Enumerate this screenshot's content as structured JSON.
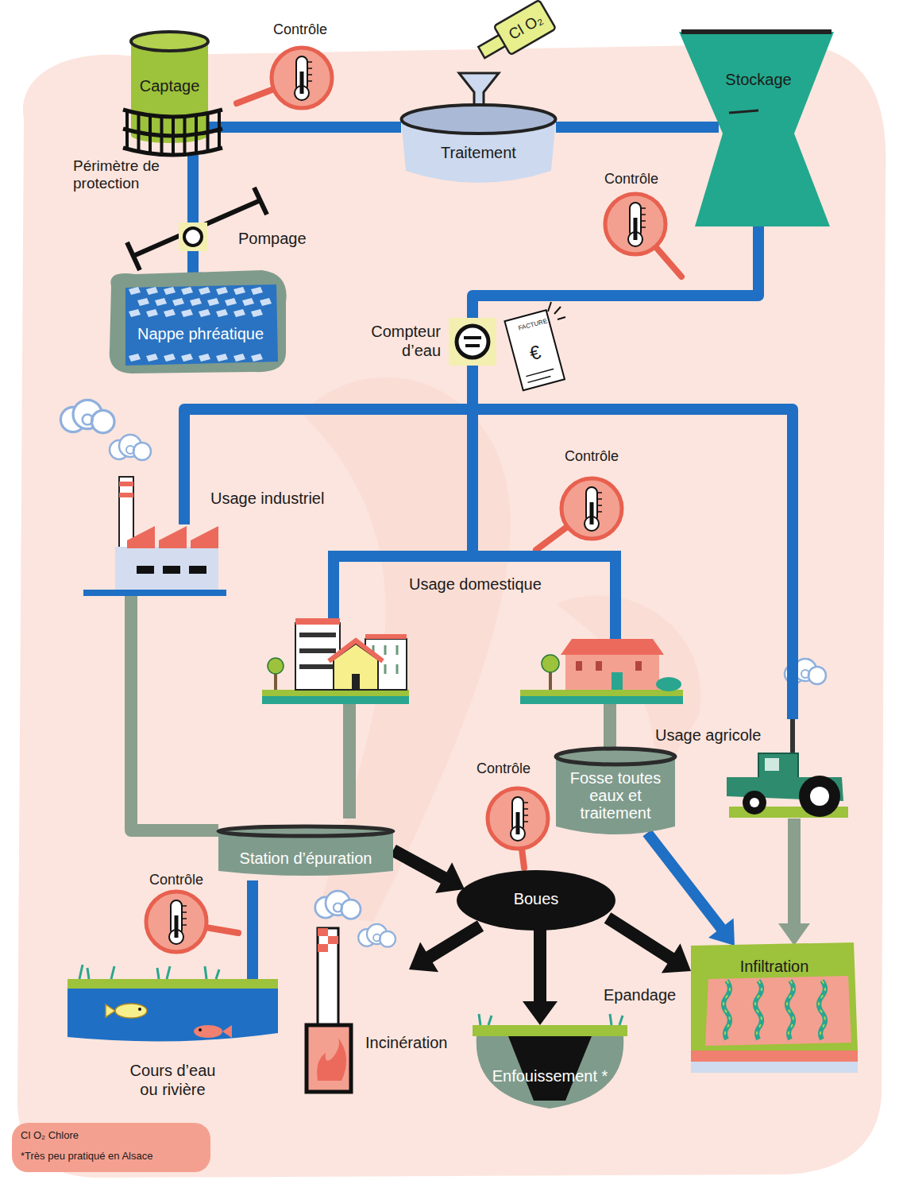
{
  "diagram": {
    "nodes": [
      {
        "text": [
          "Captage"
        ]
      },
      {
        "text": [
          "Traitement"
        ]
      },
      {
        "text": [
          "Stockage"
        ]
      },
      {
        "text": [
          "Nappe phréatique"
        ]
      },
      {
        "text": [
          "Compteur d’eau"
        ]
      },
      {
        "text": [
          "Usage industriel"
        ]
      },
      {
        "text": [
          "Usage domestique"
        ]
      },
      {
        "text": [
          "Usage agricole"
        ]
      },
      {
        "text": [
          "Station d’épuration"
        ]
      },
      {
        "text": [
          "Boues"
        ]
      },
      {
        "text": [
          "Fosse toutes eaux et traitement"
        ]
      },
      {
        "text": [
          "Cours d’eau ou rivière"
        ]
      },
      {
        "text": [
          "Incinération"
        ]
      },
      {
        "text": [
          "Enfouissement *"
        ]
      },
      {
        "text": [
          "Infiltration"
        ]
      }
    ],
    "edges": [
      {
        "from": 3,
        "to": 0,
        "arrow": "none",
        "label": "Pompage"
      },
      {
        "from": 0,
        "to": 1,
        "arrow": "none"
      },
      {
        "from": 1,
        "to": 2,
        "arrow": "none"
      },
      {
        "from": 2,
        "to": 4,
        "arrow": "none"
      },
      {
        "from": 4,
        "to": 5,
        "arrow": "none"
      },
      {
        "from": 4,
        "to": 6,
        "arrow": "none"
      },
      {
        "from": 4,
        "to": 7,
        "arrow": "none"
      },
      {
        "from": 5,
        "to": 8,
        "arrow": "none"
      },
      {
        "from": 6,
        "to": 8,
        "arrow": "none"
      },
      {
        "from": 6,
        "to": 10,
        "arrow": "none"
      },
      {
        "from": 8,
        "to": 9,
        "arrow": "to"
      },
      {
        "from": 8,
        "to": 11,
        "arrow": "none"
      },
      {
        "from": 10,
        "to": 14,
        "arrow": "to"
      },
      {
        "from": 7,
        "to": 14,
        "arrow": "to"
      },
      {
        "from": 9,
        "to": 12,
        "arrow": "to"
      },
      {
        "from": 9,
        "to": 13,
        "arrow": "to"
      },
      {
        "from": 9,
        "to": 14,
        "arrow": "to",
        "label": "Epandage"
      }
    ],
    "labels": [
      "Contrôle",
      "Cl O₂",
      "Périmètre de protection",
      "Contrôle",
      "FACTURE",
      "€",
      "Contrôle",
      "Contrôle",
      "Contrôle",
      "Cl O₂ Chlore",
      "*Très peu pratiqué en Alsace"
    ]
  }
}
